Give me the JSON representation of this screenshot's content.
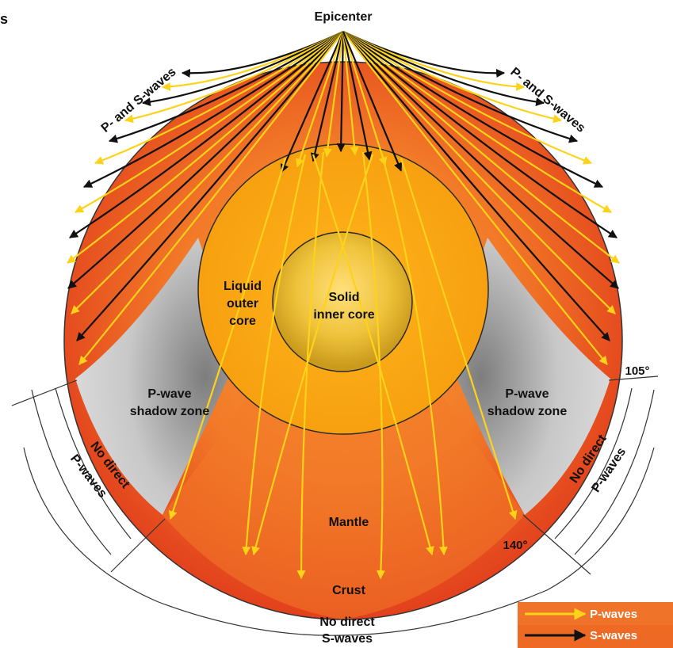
{
  "epicenter_label": "Epicenter",
  "left_arc_label": "P- and S-waves",
  "right_arc_label": "P- and S-waves",
  "outer_core_lines": [
    "Liquid",
    "outer",
    "core"
  ],
  "inner_core_lines": [
    "Solid",
    "inner core"
  ],
  "mantle_label": "Mantle",
  "crust_label": "Crust",
  "left_shadow_lines": [
    "P-wave",
    "shadow zone"
  ],
  "right_shadow_lines": [
    "P-wave",
    "shadow zone"
  ],
  "left_no_p": [
    "No direct",
    "P-waves"
  ],
  "right_no_p": [
    "No direct",
    "P-waves"
  ],
  "bottom_no_s": [
    "No direct",
    "S-waves"
  ],
  "angle_105": "105°",
  "angle_140": "140°",
  "edge_fragment": "s",
  "legend": {
    "p_label": "P-waves",
    "s_label": "S-waves",
    "p_color": "#ffd21a",
    "s_color": "#111111"
  },
  "colors": {
    "mantle_outer": "#e8451e",
    "mantle_inner": "#f57a2a",
    "shadow": "#b9b9b9",
    "outer_core": "#f7a412",
    "inner_core": "#f1c43a"
  }
}
